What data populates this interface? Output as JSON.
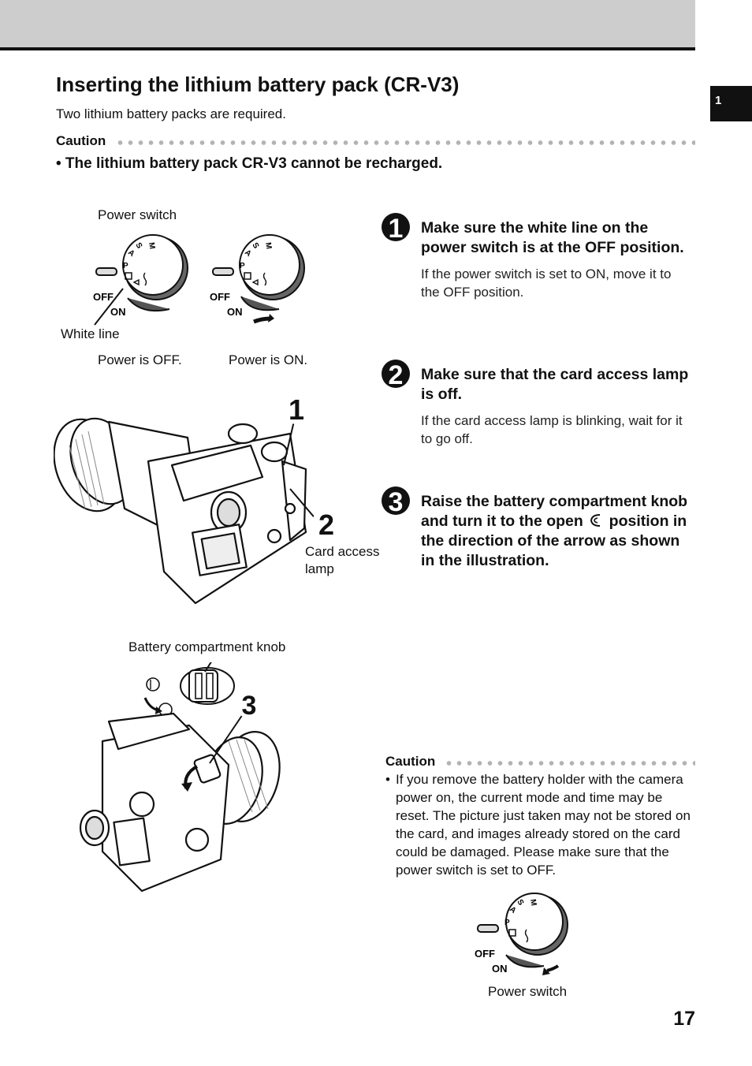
{
  "header": {
    "chapter_tab": "1"
  },
  "section": {
    "title": "Inserting the lithium battery pack (CR-V3)",
    "intro": "Two lithium battery packs are required."
  },
  "caution_top": {
    "label": "Caution",
    "text": "• The lithium battery pack CR-V3 cannot be recharged."
  },
  "illustration_labels": {
    "power_switch_top": "Power switch",
    "white_line": "White line",
    "power_off": "Power is OFF.",
    "power_on": "Power is ON.",
    "card_access_lamp": "Card access\nlamp",
    "battery_knob": "Battery compartment knob",
    "power_switch_bottom": "Power switch",
    "dial_off": "OFF",
    "dial_on": "ON",
    "dial_modes": [
      "M",
      "S",
      "A",
      "P"
    ]
  },
  "steps": [
    {
      "num": "1",
      "head": "Make sure the white line on the power switch is at the OFF position.",
      "body": "If the power switch is set to ON, move it to the OFF position."
    },
    {
      "num": "2",
      "head": "Make sure that the card access lamp is off.",
      "body": "If the card access lamp is blinking, wait for it to go off."
    },
    {
      "num": "3",
      "head_a": "Raise the battery compartment knob and turn it to the open",
      "head_b": "position in the direction of the arrow as shown in the illustration."
    }
  ],
  "caution_bottom": {
    "label": "Caution",
    "text": "If you remove the battery holder with the camera power on, the current mode and time may be reset. The picture just taken may not be stored on the card, and images already stored on the card could be damaged. Please make sure that the power switch is set to OFF."
  },
  "page_number": "17"
}
